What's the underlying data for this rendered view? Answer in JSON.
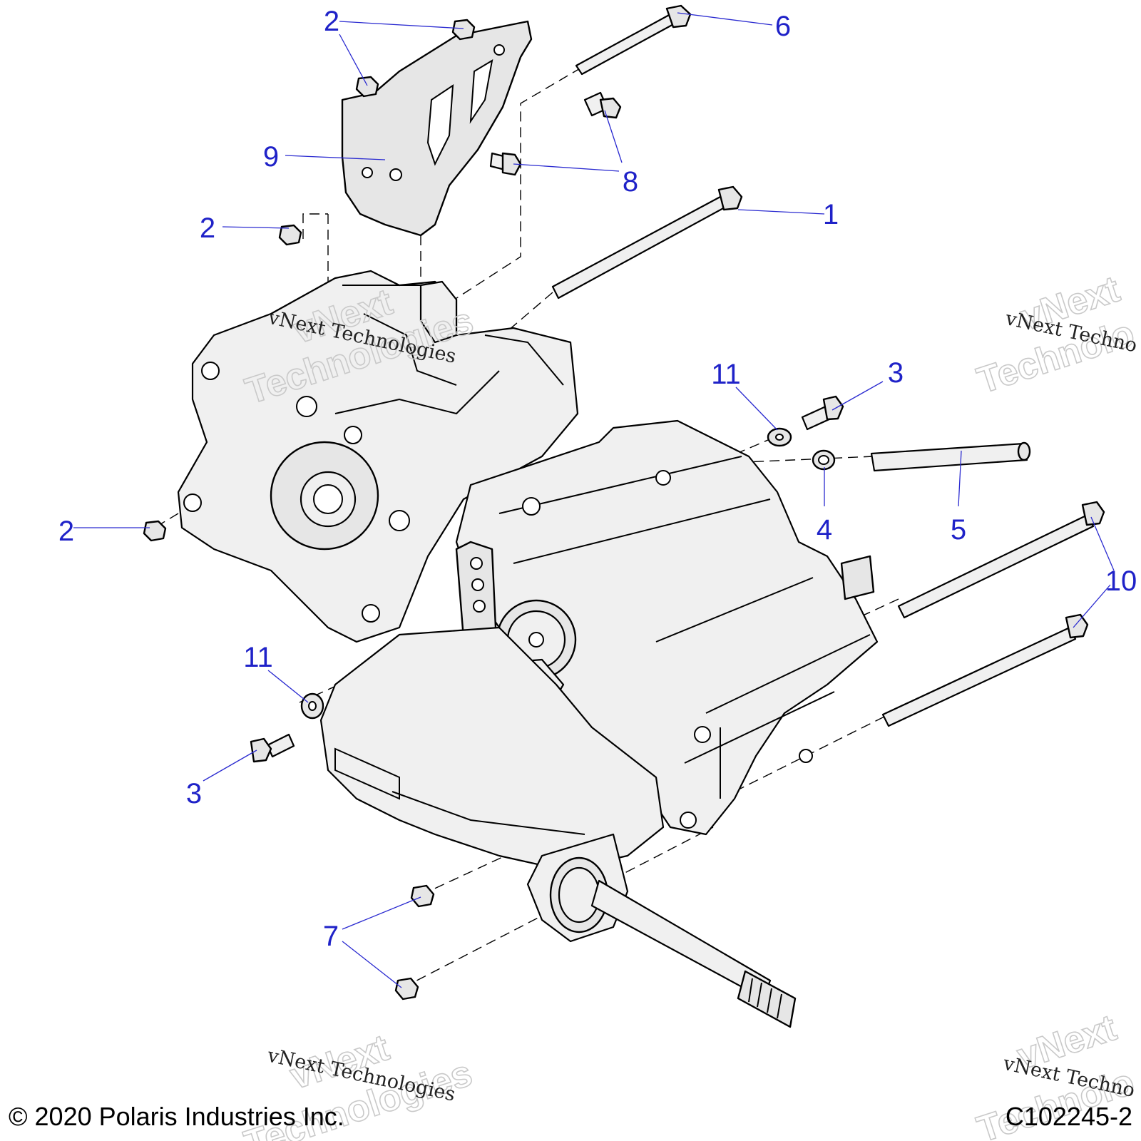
{
  "diagram": {
    "callouts": [
      {
        "id": "c2a",
        "text": "2"
      },
      {
        "id": "c6",
        "text": "6"
      },
      {
        "id": "c9",
        "text": "9"
      },
      {
        "id": "c8",
        "text": "8"
      },
      {
        "id": "c2b",
        "text": "2"
      },
      {
        "id": "c1",
        "text": "1"
      },
      {
        "id": "c11a",
        "text": "11"
      },
      {
        "id": "c3a",
        "text": "3"
      },
      {
        "id": "c4",
        "text": "4"
      },
      {
        "id": "c5",
        "text": "5"
      },
      {
        "id": "c2c",
        "text": "2"
      },
      {
        "id": "c10",
        "text": "10"
      },
      {
        "id": "c11b",
        "text": "11"
      },
      {
        "id": "c3b",
        "text": "3"
      },
      {
        "id": "c7",
        "text": "7"
      }
    ]
  },
  "watermark": {
    "script_text": "vNext Technologies",
    "script_text_cut": "vNext Techno",
    "ghost_line1": "vNext",
    "ghost_line2": "Technologies",
    "ghost_line2_cut": "Technolo"
  },
  "footer": {
    "copyright": "© 2020 Polaris Industries Inc.",
    "figure_id": "C102245-2"
  },
  "colors": {
    "callout": "#1f22c8",
    "leader": "#2a2ad0"
  }
}
